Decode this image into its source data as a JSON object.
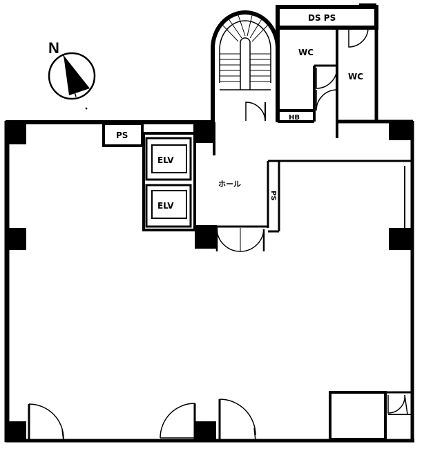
{
  "compass": {
    "north_label": "N"
  },
  "labels": {
    "ds_ps": "DS PS",
    "wc_left": "WC",
    "wc_right": "WC",
    "hb": "HB",
    "ps_top": "PS",
    "elv_top": "ELV",
    "elv_bottom": "ELV",
    "hall": "ホール",
    "ps_vertical": "PS"
  },
  "colors": {
    "wall": "#000000",
    "background": "#ffffff"
  }
}
